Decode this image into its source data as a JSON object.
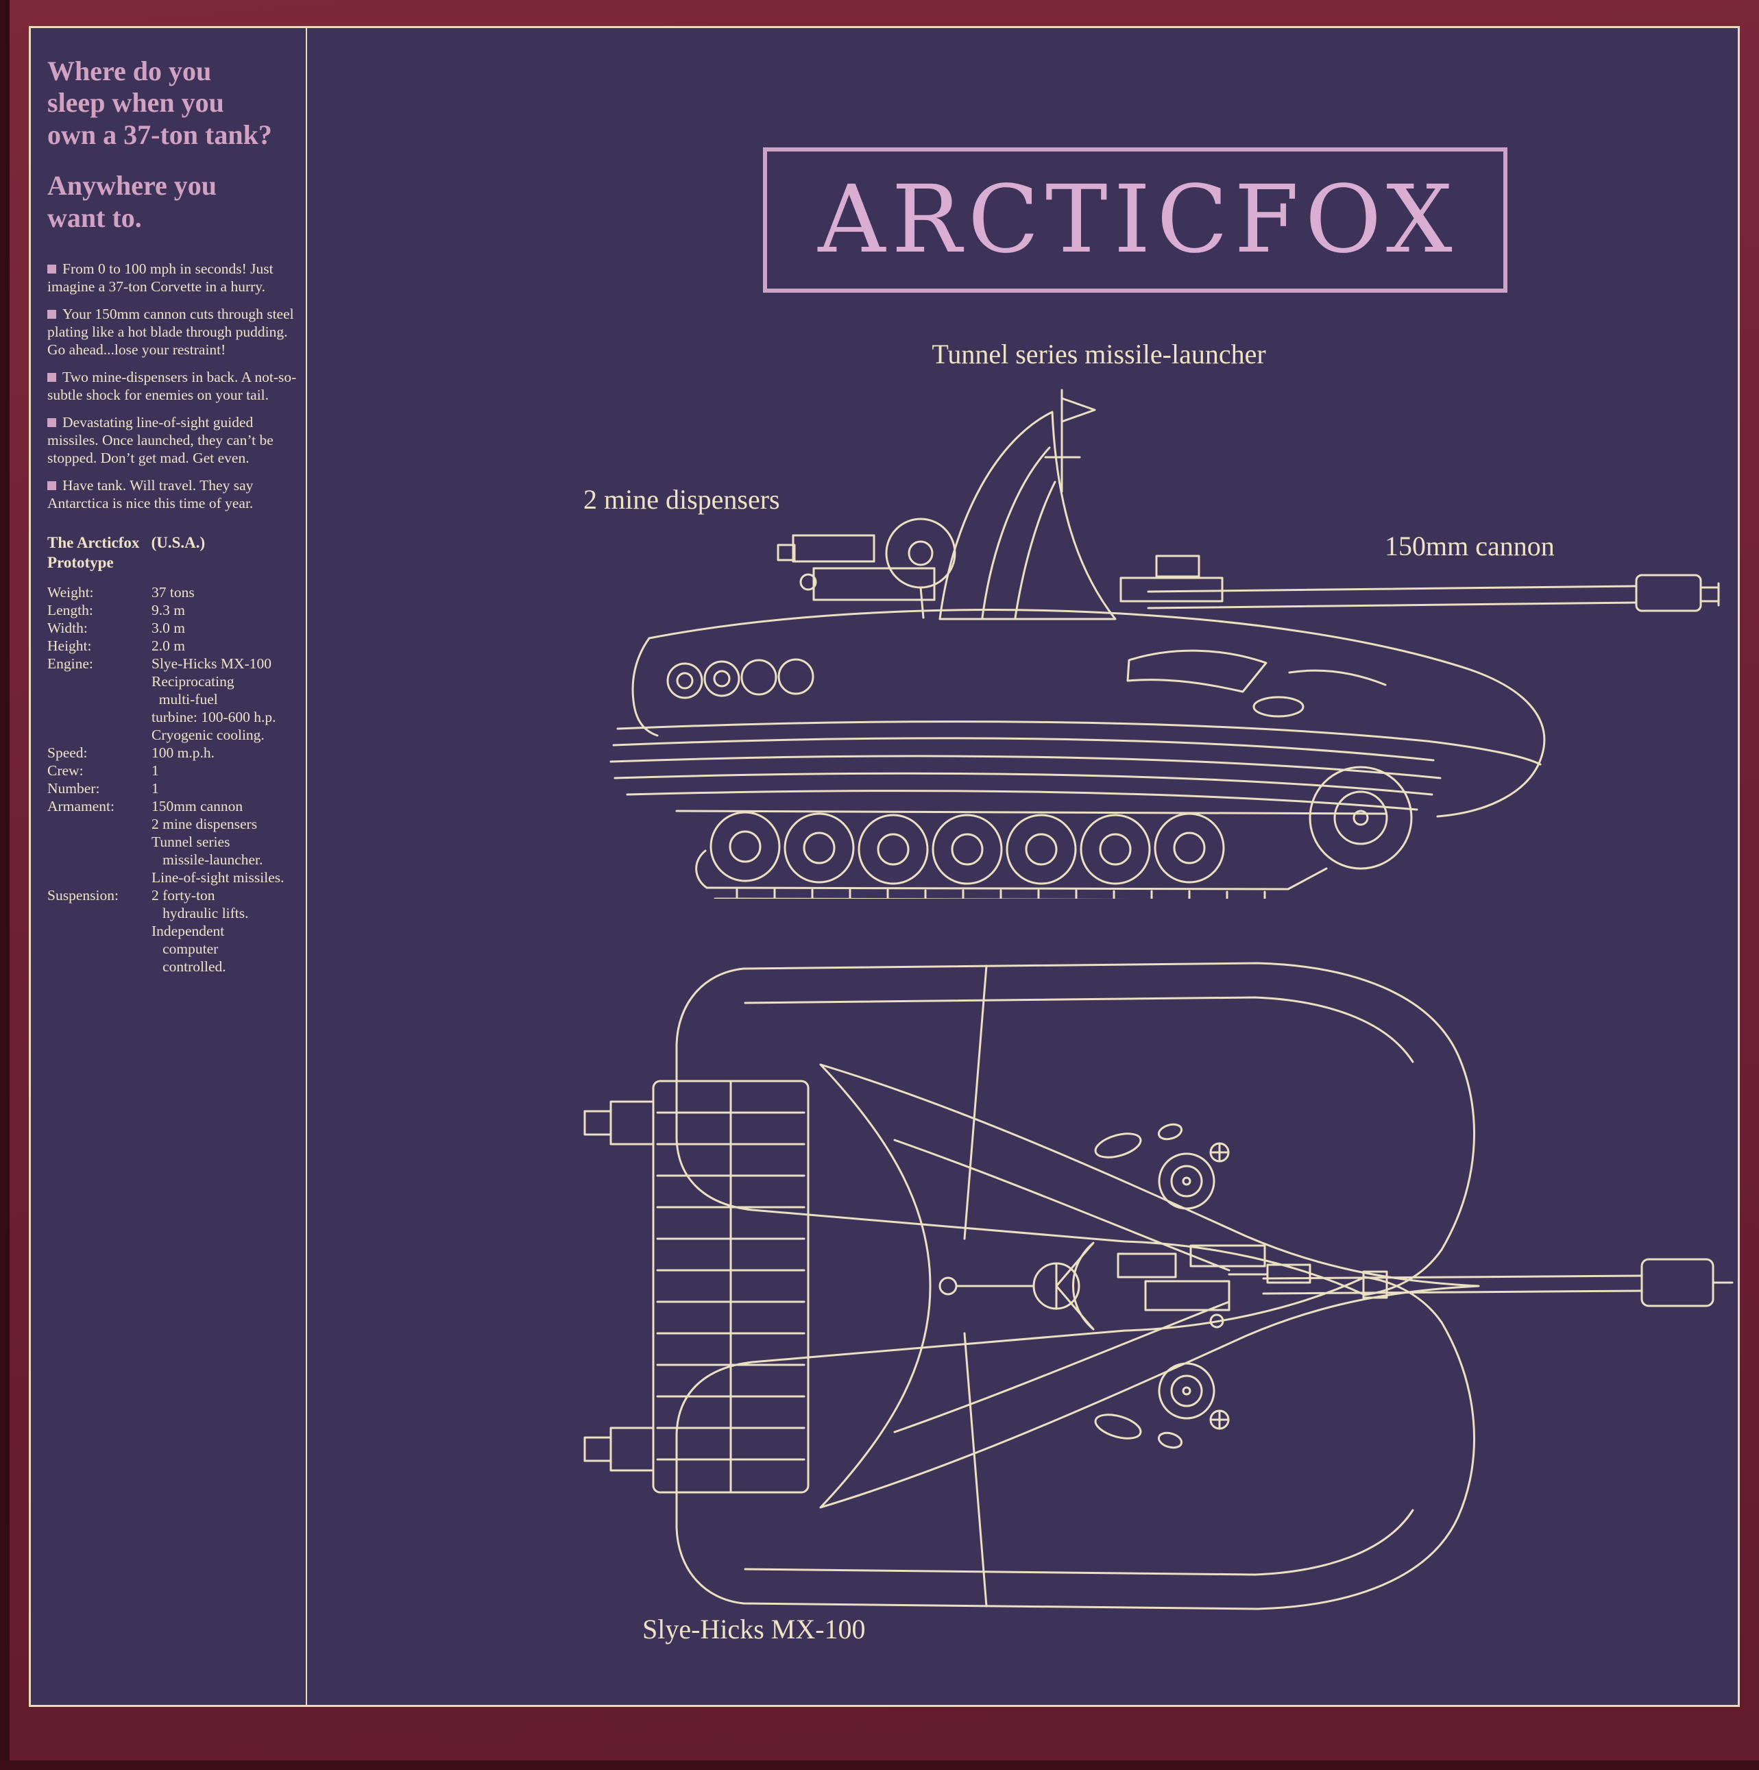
{
  "colors": {
    "outer_maroon": "#6e2134",
    "panel_purple": "#3d3359",
    "cream_text": "#efe3c6",
    "pink_accent": "#d2a2c3",
    "title_pink": "#d9aed2",
    "blueprint_line": "#ece0c2"
  },
  "left": {
    "headline_1": "Where do you\nsleep when you\nown a 37-ton tank?",
    "headline_2": "Anywhere you\nwant to.",
    "bullets": [
      "From 0 to 100 mph in seconds! Just imagine a 37-ton Corvette in a hurry.",
      "Your 150mm cannon cuts through steel plating like a hot blade through pudding. Go ahead...lose your restraint!",
      "Two mine-dispensers in back. A not-so-subtle shock for enemies on your tail.",
      "Devastating line-of-sight guided missiles. Once launched, they can’t be stopped. Don’t get mad. Get even.",
      "Have tank. Will travel. They say Antarctica is nice this time of year."
    ],
    "spec_heading": "The Arcticfox   (U.S.A.)\nPrototype",
    "specs": [
      {
        "label": "Weight:",
        "lines": [
          "37 tons"
        ]
      },
      {
        "label": "Length:",
        "lines": [
          "9.3 m"
        ]
      },
      {
        "label": "Width:",
        "lines": [
          "3.0 m"
        ]
      },
      {
        "label": "Height:",
        "lines": [
          "2.0 m"
        ]
      },
      {
        "label": "Engine:",
        "lines": [
          "Slye-Hicks MX-100",
          "Reciprocating",
          "  multi-fuel",
          "turbine: 100-600 h.p.",
          "Cryogenic cooling."
        ]
      },
      {
        "label": "Speed:",
        "lines": [
          "100 m.p.h."
        ]
      },
      {
        "label": "Crew:",
        "lines": [
          "1"
        ]
      },
      {
        "label": "Number:",
        "lines": [
          "1"
        ]
      },
      {
        "label": "Armament:",
        "lines": [
          "150mm cannon",
          "2 mine dispensers",
          "Tunnel series",
          "   missile-launcher.",
          "Line-of-sight missiles."
        ]
      },
      {
        "label": "Suspension:",
        "lines": [
          "2 forty-ton",
          "   hydraulic lifts.",
          "Independent",
          "   computer",
          "   controlled."
        ]
      }
    ]
  },
  "right": {
    "title": "ARCTICFOX",
    "label_missile": "Tunnel series missile-launcher",
    "label_mines": "2 mine dispensers",
    "label_cannon": "150mm cannon",
    "label_engine": "Slye-Hicks MX-100"
  }
}
